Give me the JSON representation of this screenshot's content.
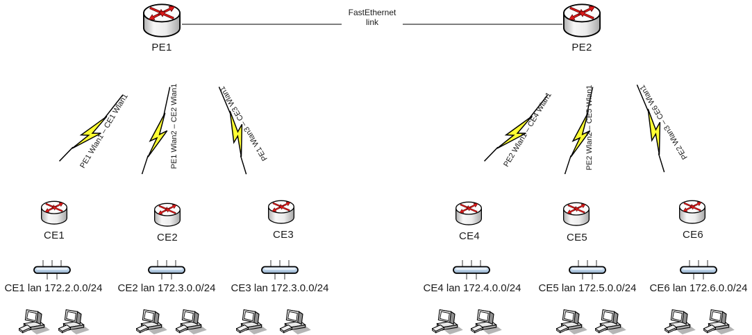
{
  "backbone": {
    "left_router": "PE1",
    "right_router": "PE2",
    "link_label_line1": "FastEthernet",
    "link_label_line2": "link"
  },
  "wlan_links": [
    {
      "label": "PE1 Wlan1 – CE1 Wlan1"
    },
    {
      "label": "PE1 Wlan2 – CE2 Wlan1"
    },
    {
      "label": "PE1 Wlan3 – CE3 Wlan1"
    },
    {
      "label": "PE2 Wlan1 – CE4 Wlan1"
    },
    {
      "label": "PE2 Wlan2 – CE5 Wlan1"
    },
    {
      "label": "PE2 Wlan3 – CE6 Wlan1"
    }
  ],
  "ce_routers": [
    {
      "label": "CE1"
    },
    {
      "label": "CE2"
    },
    {
      "label": "CE3"
    },
    {
      "label": "CE4"
    },
    {
      "label": "CE5"
    },
    {
      "label": "CE6"
    }
  ],
  "lans": [
    {
      "label": "CE1 lan 172.2.0.0/24",
      "pc_count": 2
    },
    {
      "label": "CE2 lan 172.3.0.0/24",
      "pc_count": 2
    },
    {
      "label": "CE3 lan 172.3.0.0/24",
      "pc_count": 2
    },
    {
      "label": "CE4 lan 172.4.0.0/24",
      "pc_count": 2
    },
    {
      "label": "CE5 lan 172.5.0.0/24",
      "pc_count": 2
    },
    {
      "label": "CE6 lan 172.6.0.0/24",
      "pc_count": 2
    }
  ],
  "icons": {
    "router": "cisco-router-icon",
    "hub": "ethernet-hub-icon",
    "pc": "desktop-pc-icon",
    "wireless_link": "lightning-bolt-icon"
  },
  "colors": {
    "bolt_yellow": "#FFFF33",
    "router_arrow_red": "#DD1A1A",
    "hub_blue": "#B7CFE6",
    "link_line_gray": "#7D7D7D",
    "background": "#FFFFFF"
  }
}
